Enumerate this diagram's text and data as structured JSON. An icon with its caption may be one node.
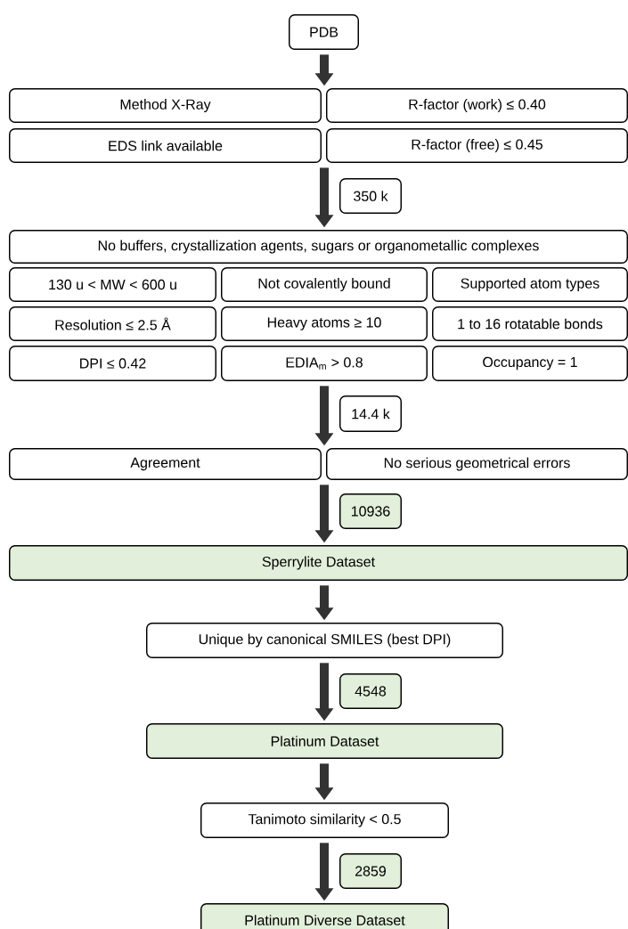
{
  "diagram": {
    "nodes": [
      {
        "text": [
          "PDB"
        ]
      },
      {
        "text": [
          "Method X-Ray"
        ]
      },
      {
        "text": [
          "R-factor (work) ≤ 0.40"
        ]
      },
      {
        "text": [
          "EDS link available"
        ]
      },
      {
        "text": [
          "R-factor (free) ≤ 0.45"
        ]
      },
      {
        "text": [
          "350 k"
        ]
      },
      {
        "text": [
          "No buffers, crystallization agents, sugars or organometallic complexes"
        ]
      },
      {
        "text": [
          "130 u < MW < 600 u"
        ]
      },
      {
        "text": [
          "Not covalently bound"
        ]
      },
      {
        "text": [
          "Supported atom types"
        ]
      },
      {
        "text": [
          "Resolution ≤ 2.5 Å"
        ]
      },
      {
        "text": [
          "Heavy atoms ≥ 10"
        ]
      },
      {
        "text": [
          "1 to 16 rotatable bonds"
        ]
      },
      {
        "text": [
          "DPI ≤ 0.42"
        ]
      },
      {
        "text": [
          "EDIA$_{m}$ > 0.8"
        ]
      },
      {
        "text": [
          "Occupancy = 1"
        ]
      },
      {
        "text": [
          "14.4 k"
        ]
      },
      {
        "text": [
          "Agreement"
        ]
      },
      {
        "text": [
          "No serious geometrical errors"
        ]
      },
      {
        "text": [
          "10936"
        ]
      },
      {
        "text": [
          "Sperrylite Dataset"
        ]
      },
      {
        "text": [
          "Unique by canonical SMILES (best DPI)"
        ]
      },
      {
        "text": [
          "4548"
        ]
      },
      {
        "text": [
          "Platinum Dataset"
        ]
      },
      {
        "text": [
          "Tanimoto similarity < 0.5"
        ]
      },
      {
        "text": [
          "2859"
        ]
      },
      {
        "text": [
          "Platinum Diverse Dataset"
        ]
      }
    ],
    "edges": [
      {
        "from": 0,
        "to": 1,
        "arrow": "to"
      },
      {
        "from": 3,
        "to": 6,
        "arrow": "to"
      },
      {
        "from": 14,
        "to": 17,
        "arrow": "to"
      },
      {
        "from": 17,
        "to": 20,
        "arrow": "to"
      },
      {
        "from": 20,
        "to": 21,
        "arrow": "to"
      },
      {
        "from": 21,
        "to": 23,
        "arrow": "to"
      },
      {
        "from": 23,
        "to": 24,
        "arrow": "to"
      },
      {
        "from": 24,
        "to": 26,
        "arrow": "to"
      }
    ]
  }
}
